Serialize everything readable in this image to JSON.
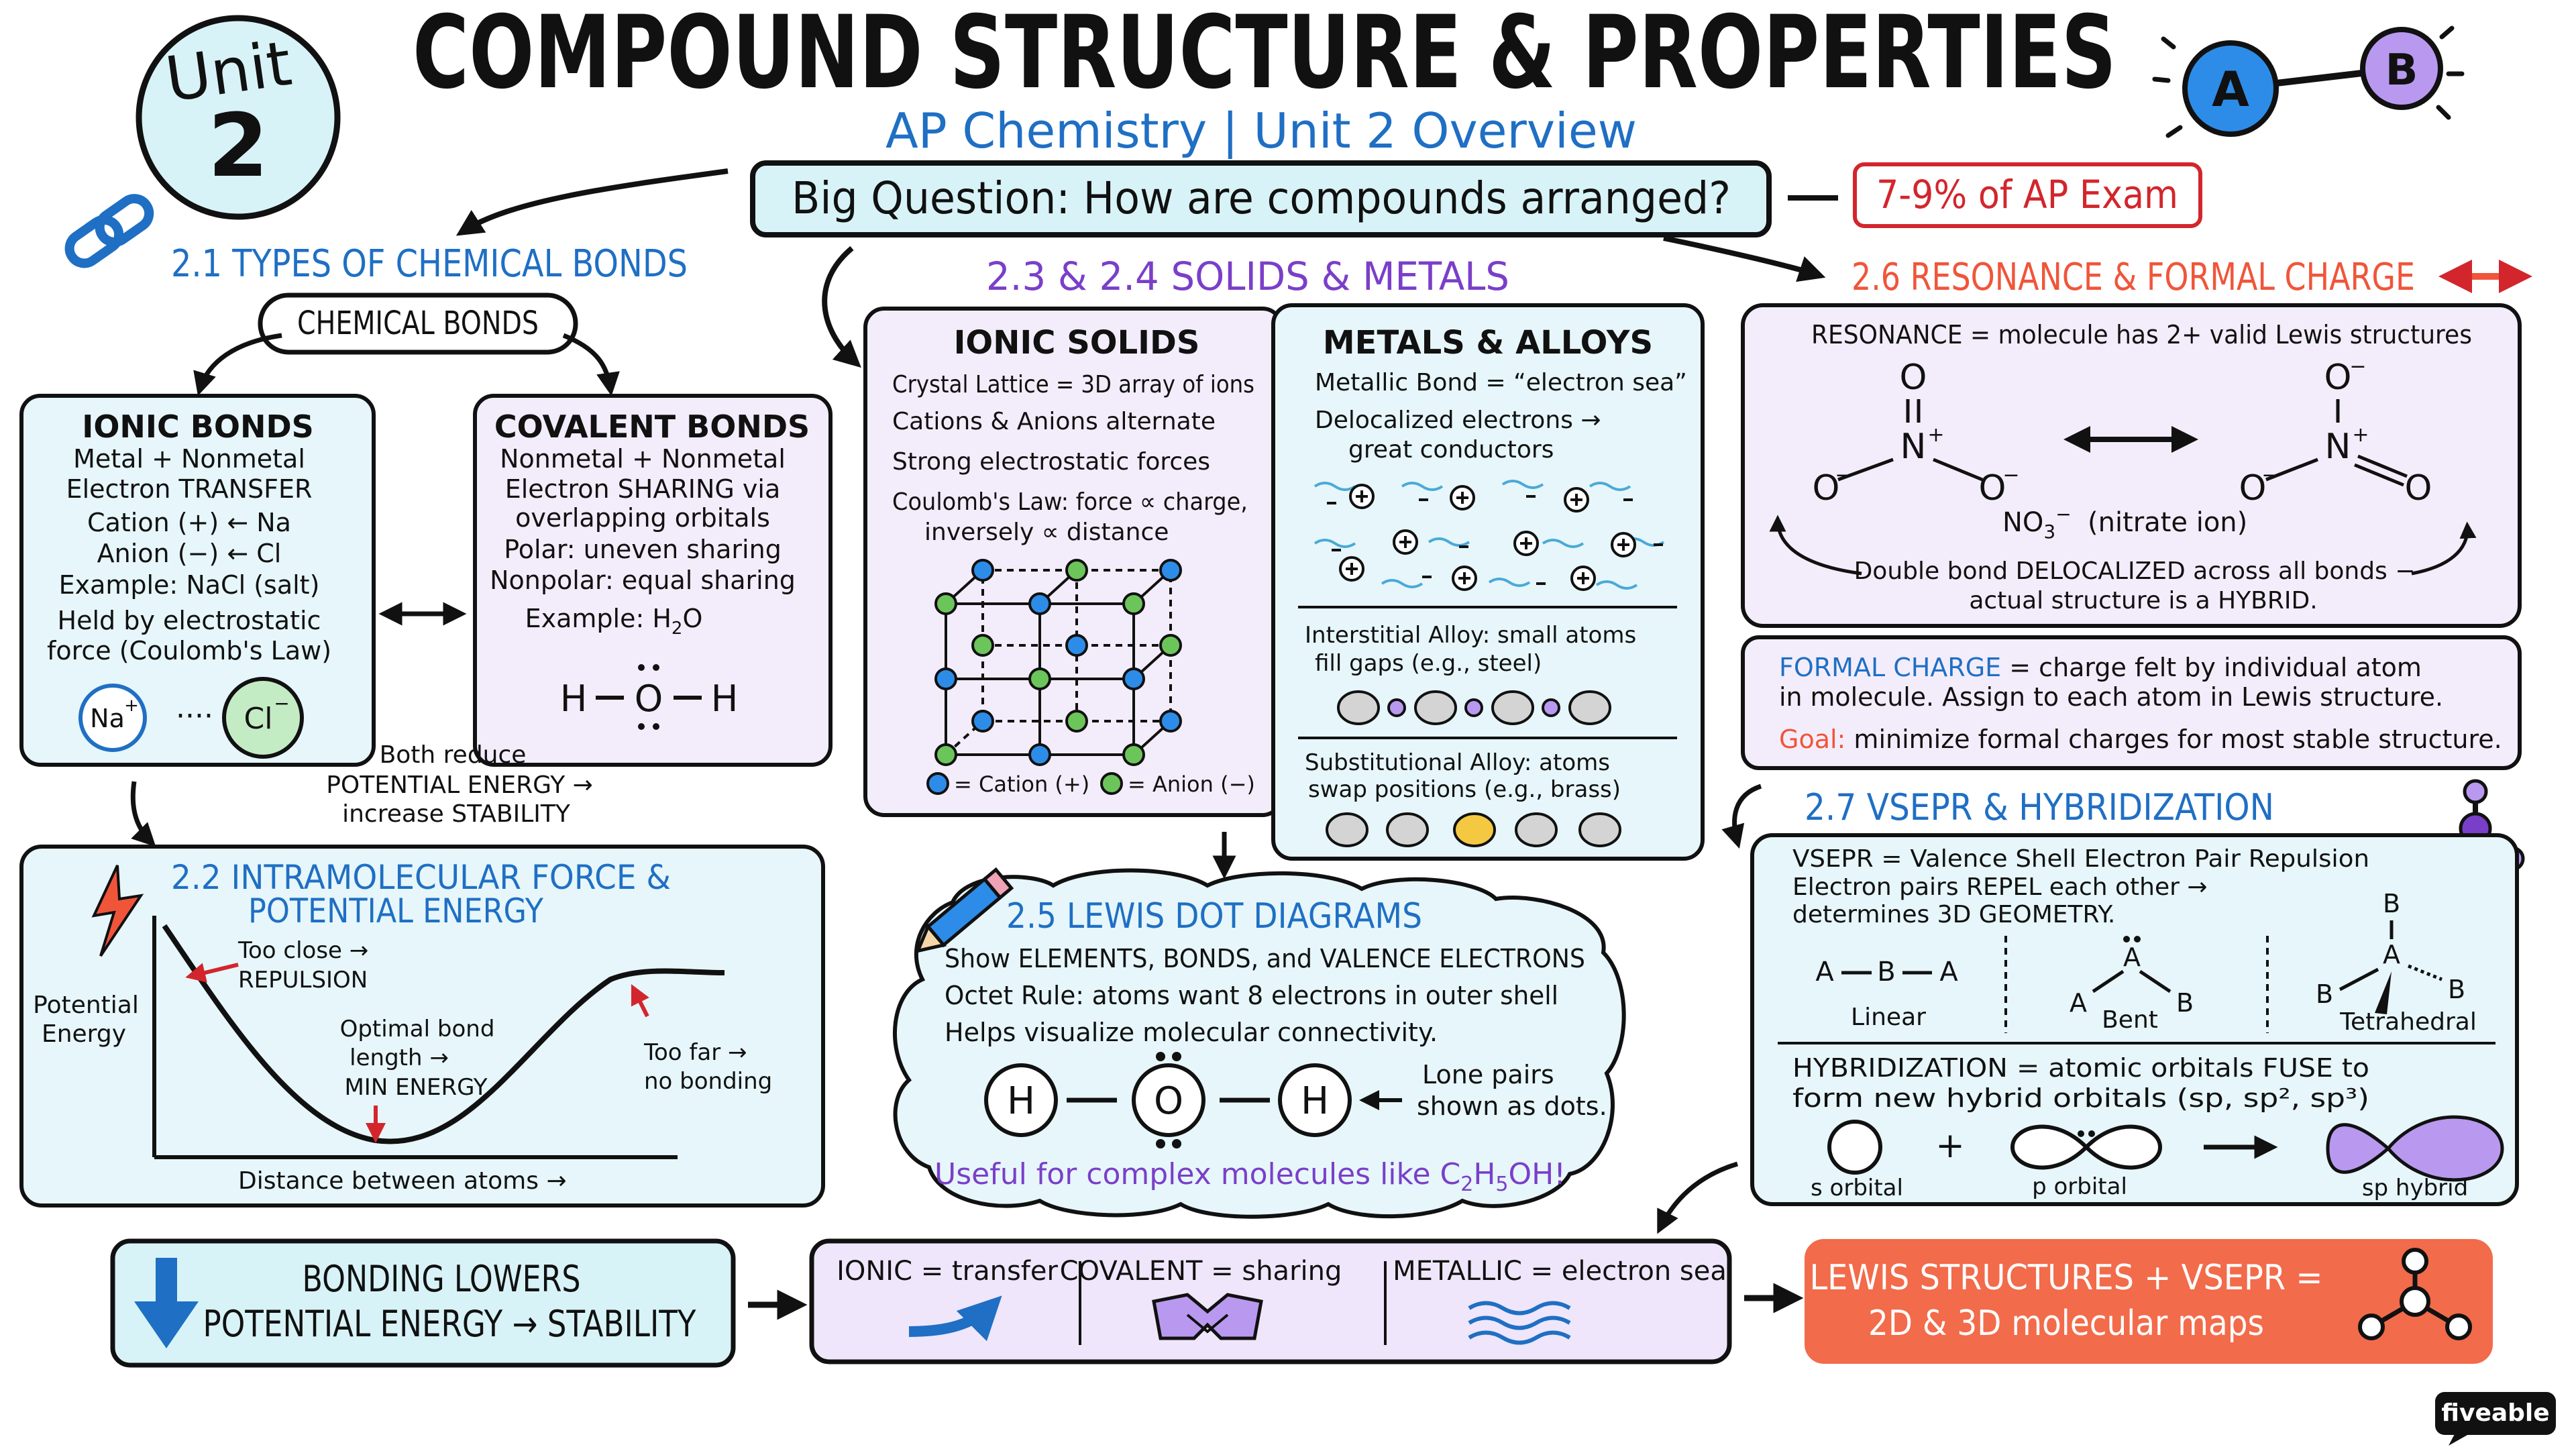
{
  "header": {
    "unit_word": "Unit",
    "unit_number": "2",
    "title": "COMPOUND STRUCTURE & PROPERTIES",
    "subtitle": "AP Chemistry | Unit 2 Overview",
    "big_question": "Big Question: How are compounds arranged?",
    "exam_weight": "7-9% of AP Exam",
    "logo_atom_a": "A",
    "logo_atom_b": "B"
  },
  "s21": {
    "heading": "2.1 TYPES OF CHEMICAL BONDS",
    "root": "CHEMICAL BONDS",
    "ionic": {
      "title": "IONIC BONDS",
      "lines": [
        "Metal + Nonmetal",
        "Electron TRANSFER",
        "Cation (+) ← Na",
        "Anion (−) ← Cl",
        "Example: NaCl (salt)",
        "Held by electrostatic",
        "force (Coulomb's Law)"
      ],
      "na": "Na",
      "na_charge": "+",
      "dots": "····",
      "cl": "Cl",
      "cl_charge": "−"
    },
    "covalent": {
      "title": "COVALENT BONDS",
      "lines": [
        "Nonmetal + Nonmetal",
        "Electron SHARING via",
        "overlapping orbitals",
        "Polar: uneven sharing",
        "Nonpolar: equal sharing"
      ],
      "example_prefix": "Example: H",
      "example_sub": "2",
      "example_suffix": "O",
      "h": "H",
      "o": "O"
    },
    "both_reduce": [
      "Both reduce",
      "POTENTIAL ENERGY →",
      "increase STABILITY"
    ]
  },
  "s22": {
    "heading_1": "2.2 INTRAMOLECULAR FORCE &",
    "heading_2": "POTENTIAL ENERGY",
    "ylabel": [
      "Potential",
      "Energy"
    ],
    "xlabel": "Distance between atoms →",
    "too_close": [
      "Too close →",
      "REPULSION"
    ],
    "optimal": [
      "Optimal bond",
      "length →",
      "MIN ENERGY"
    ],
    "too_far": [
      "Too far →",
      "no bonding"
    ]
  },
  "s23": {
    "heading": "2.3 & 2.4 SOLIDS & METALS",
    "ionic_solids": {
      "title": "IONIC SOLIDS",
      "lines": [
        "Crystal Lattice = 3D array of ions",
        "Cations & Anions alternate",
        "Strong electrostatic forces",
        "Coulomb's Law: force ∝ charge,",
        "inversely ∝ distance"
      ],
      "legend_cation": "= Cation (+)",
      "legend_anion": "= Anion (−)"
    },
    "metals": {
      "title": "METALS & ALLOYS",
      "lines": [
        "Metallic Bond = “electron sea”",
        "Delocalized electrons →",
        "great conductors"
      ],
      "interstitial": [
        "Interstitial Alloy: small atoms",
        "fill gaps (e.g., steel)"
      ],
      "substitutional": [
        "Substitutional Alloy: atoms",
        "swap positions  (e.g., brass)"
      ]
    }
  },
  "s25": {
    "heading": "2.5 LEWIS DOT DIAGRAMS",
    "lines": [
      "Show ELEMENTS, BONDS, and VALENCE ELECTRONS",
      "Octet Rule: atoms want 8 electrons in outer shell",
      "Helps visualize molecular connectivity."
    ],
    "h": "H",
    "o": "O",
    "lone_pairs": [
      "Lone pairs",
      "shown as dots."
    ],
    "useful_prefix": "Useful for complex molecules like C",
    "useful_sub1": "2",
    "useful_mid": "H",
    "useful_sub2": "5",
    "useful_suffix": "OH!"
  },
  "s26": {
    "heading": "2.6 RESONANCE & FORMAL CHARGE",
    "resonance_def": "RESONANCE = molecule has 2+ valid Lewis structures",
    "atom_o": "O",
    "atom_n": "N",
    "minus": "−",
    "plus": "+",
    "nitrate_label": "NO",
    "nitrate_sub": "3",
    "nitrate_sup": "−",
    "nitrate_name": "(nitrate ion)",
    "delocalized": [
      "Double bond DELOCALIZED across all bonds −",
      "actual structure is a HYBRID."
    ],
    "formal_line1_key": "FORMAL CHARGE",
    "formal_line1_rest": " = charge felt by individual atom",
    "formal_line2": "in molecule. Assign to each atom in Lewis structure.",
    "goal_key": "Goal:",
    "goal_rest": " minimize formal charges for most stable structure."
  },
  "s27": {
    "heading": "2.7 VSEPR & HYBRIDIZATION",
    "vsepr_lines": [
      "VSEPR = Valence Shell Electron Pair Repulsion",
      "Electron pairs REPEL each other →",
      "determines 3D GEOMETRY."
    ],
    "atom_a": "A",
    "atom_b": "B",
    "shapes": [
      "Linear",
      "Bent",
      "Tetrahedral"
    ],
    "hyb_lines": [
      "HYBRIDIZATION = atomic orbitals FUSE to",
      "form new hybrid orbitals (sp, sp², sp³)"
    ],
    "plus_sign": "+",
    "orbitals": [
      "s orbital",
      "p orbital",
      "sp hybrid"
    ]
  },
  "footer": {
    "bonding_lowers": [
      "BONDING LOWERS",
      "POTENTIAL ENERGY → STABILITY"
    ],
    "ionic": "IONIC = transfer",
    "covalent": "COVALENT = sharing",
    "metallic": "METALLIC = electron sea",
    "lewis": [
      "LEWIS STRUCTURES + VSEPR =",
      "2D & 3D molecular maps"
    ],
    "brand": "fiveable"
  },
  "colors": {
    "ink": "#111111",
    "blue": "#1f6fc4",
    "purple": "#7a3fc9",
    "red": "#f0553a",
    "cyan_fill": "#e6f6fa",
    "purple_fill": "#f3edfb",
    "orange_box": "#f26b4a"
  }
}
